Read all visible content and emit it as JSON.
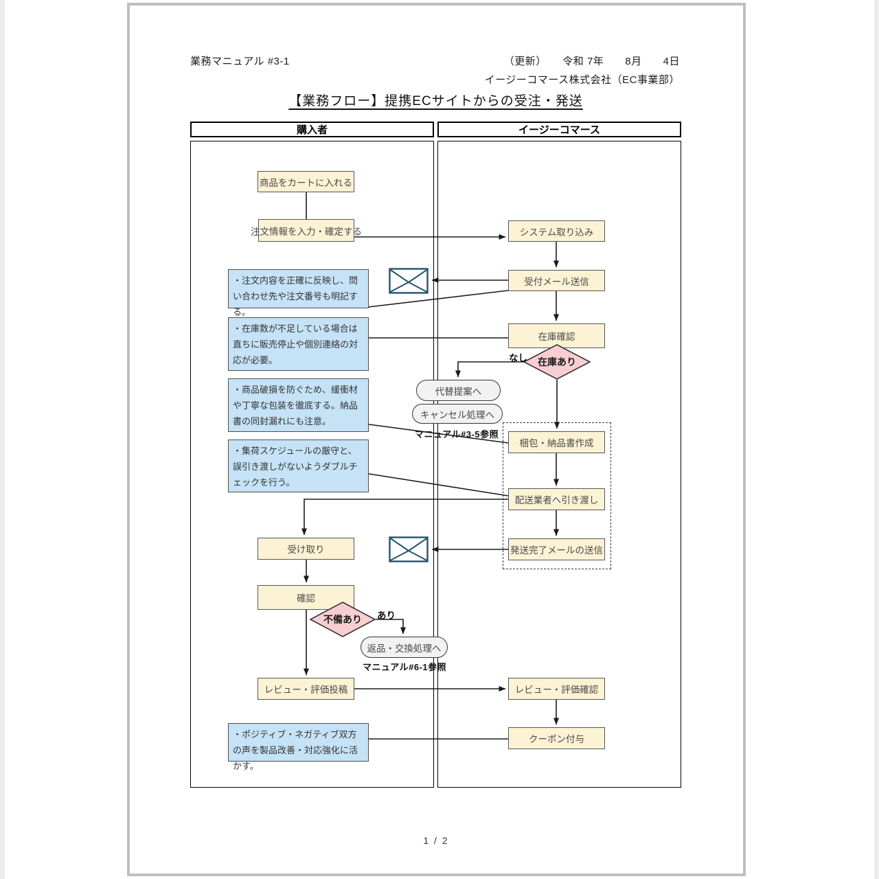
{
  "page": {
    "doc_number": "業務マニュアル #3-1",
    "update_line": "（更新）　　令和 7年　　8月　　4日",
    "company_line": "イージーコマース株式会社（EC事業部）",
    "title": "【業務フロー】提携ECサイトからの受注・発送",
    "page_number": "1 / 2"
  },
  "lanes": {
    "buyer": "購入者",
    "company": "イージーコマース"
  },
  "nodes": {
    "add_to_cart": "商品をカートに入れる",
    "enter_order": "注文情報を入力・確定する",
    "receive": "受け取り",
    "check": "確認",
    "post_review": "レビュー・評価投稿",
    "system_import": "システム取り込み",
    "send_ack_mail": "受付メール送信",
    "stock_check": "在庫確認",
    "packing": "梱包・納品書作成",
    "handover": "配送業者へ引き渡し",
    "ship_mail": "発送完了メールの送信",
    "review_check": "レビュー・評価確認",
    "coupon": "クーポン付与"
  },
  "decisions": {
    "stock": "在庫あり",
    "defect": "不備あり"
  },
  "branch_labels": {
    "no_stock": "なし",
    "defect_yes": "あり"
  },
  "terminals": {
    "alt_proposal": "代替提案へ",
    "cancel": "キャンセル処理へ",
    "return_exchange": "返品・交換処理へ"
  },
  "refs": {
    "manual35": "マニュアル#3-5参照",
    "manual61": "マニュアル#6-1参照"
  },
  "notes": {
    "n1": "・注文内容を正確に反映し、問い合わせ先や注文番号も明記する。",
    "n2": "・在庫数が不足している場合は直ちに販売停止や個別連絡の対応が必要。",
    "n3": "・商品破損を防ぐため、緩衝材や丁寧な包装を徹底する。納品書の同封漏れにも注意。",
    "n4": "・集荷スケジュールの厳守と、誤引き渡しがないようダブルチェックを行う。",
    "n5": "・ポジティブ・ネガティブ双方の声を製品改善・対応強化に活かす。"
  },
  "colors": {
    "process_fill": "#FCF2D4",
    "note_fill": "#C5E2F6",
    "decision_fill": "#F8CED2",
    "terminal_fill": "#F2F2F2",
    "envelope_stroke": "#24536E",
    "paper_border": "#BFBFBF",
    "line": "#1A1A1A"
  }
}
